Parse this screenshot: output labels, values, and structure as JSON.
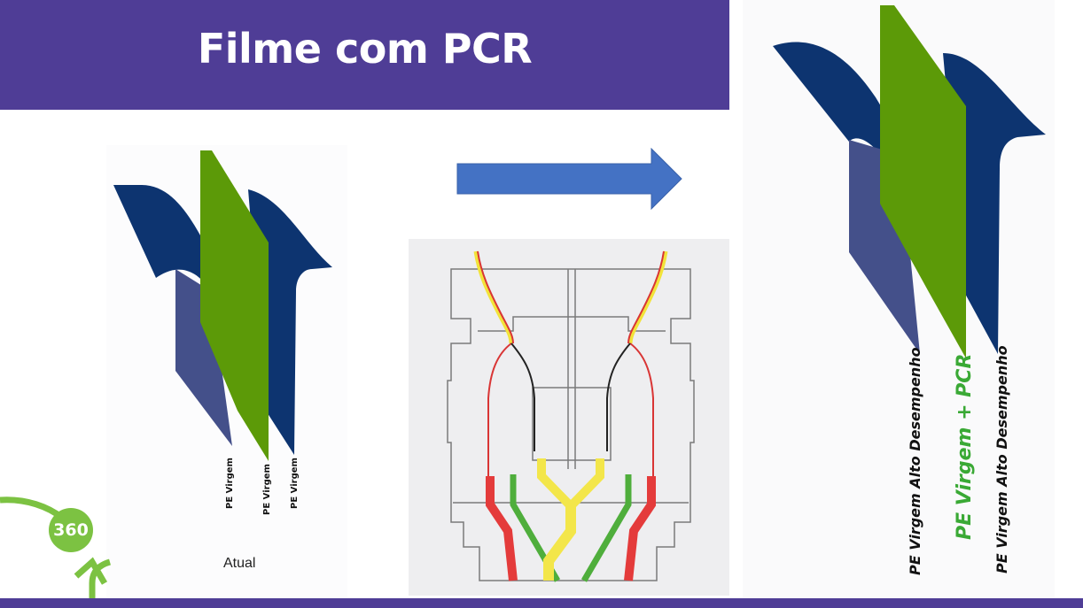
{
  "slide": {
    "title": "Filme com PCR",
    "colors": {
      "banner": "#4f3d96",
      "arrow": "#4472c4",
      "green": "#5c9a08",
      "navy": "#0d3470",
      "slate": "#44508a",
      "label_green": "#3aa935",
      "badge_green": "#7cc242"
    }
  },
  "left_figure": {
    "layers": [
      "PE Virgem",
      "PE Virgem",
      "PE Virgem"
    ],
    "caption": "Atual"
  },
  "right_figure": {
    "layers": [
      "PE Virgem Alto Desempenho",
      "PE Virgem + PCR",
      "PE Virgem Alto Desempenho"
    ]
  },
  "logo": {
    "badge_text": "360"
  }
}
